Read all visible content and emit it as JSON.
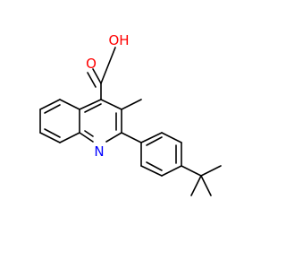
{
  "colors": {
    "background": "#ffffff",
    "bond": "#000000",
    "oxygen": "#ff0000",
    "nitrogen": "#0000ff"
  },
  "atoms": {
    "carbonyl_oxygen": {
      "label": "O",
      "color": "#ff0000"
    },
    "hydroxyl_group": {
      "label": "OH",
      "color": "#ff0000"
    },
    "ring_nitrogen": {
      "label": "N",
      "color": "#0000ff"
    }
  }
}
